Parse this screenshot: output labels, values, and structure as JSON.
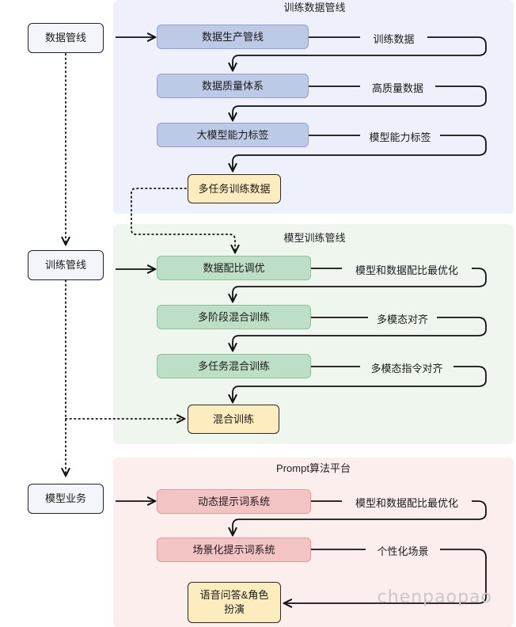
{
  "panels": {
    "data": {
      "title": "训练数据管线",
      "color": "#eef1fb"
    },
    "train": {
      "title": "模型训练管线",
      "color": "#eef6ee"
    },
    "prompt": {
      "title": "Prompt算法平台",
      "color": "#fdeeee"
    }
  },
  "side": {
    "data_pipeline": "数据管线",
    "train_pipeline": "训练管线",
    "model_business": "模型业务"
  },
  "data_nodes": [
    "数据生产管线",
    "数据质量体系",
    "大模型能力标签"
  ],
  "data_labels": [
    "训练数据",
    "高质量数据",
    "模型能力标签"
  ],
  "data_output": "多任务训练数据",
  "train_nodes": [
    "数据配比调优",
    "多阶段混合训练",
    "多任务混合训练"
  ],
  "train_labels": [
    "模型和数据配比最优化",
    "多模态对齐",
    "多模态指令对齐"
  ],
  "train_output": "混合训练",
  "prompt_nodes": [
    "动态提示词系统",
    "场景化提示词系统"
  ],
  "prompt_labels": [
    "模型和数据配比最优化",
    "个性化场景"
  ],
  "prompt_output": "语音问答&角色\n扮演",
  "watermark": "chenpaopao"
}
